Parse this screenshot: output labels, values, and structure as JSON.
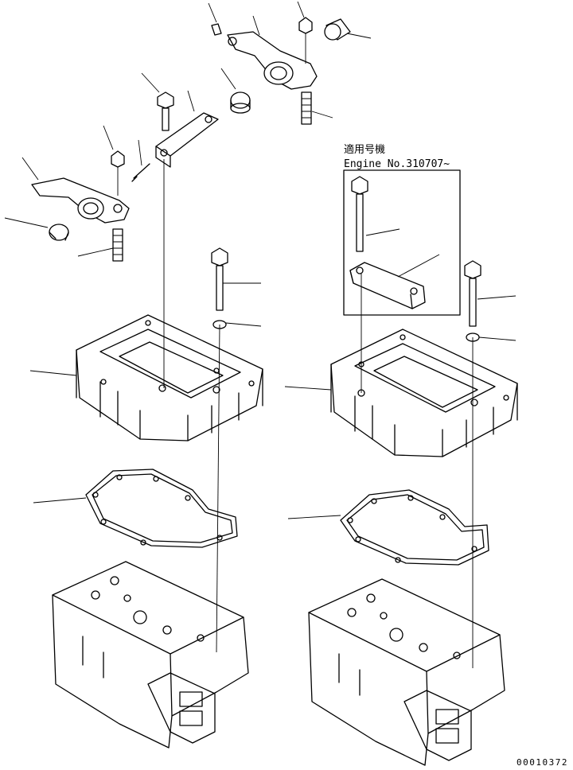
{
  "inset": {
    "title": "適用号機",
    "serial_label": "Engine No.310707~"
  },
  "drawing_number": "00010372"
}
